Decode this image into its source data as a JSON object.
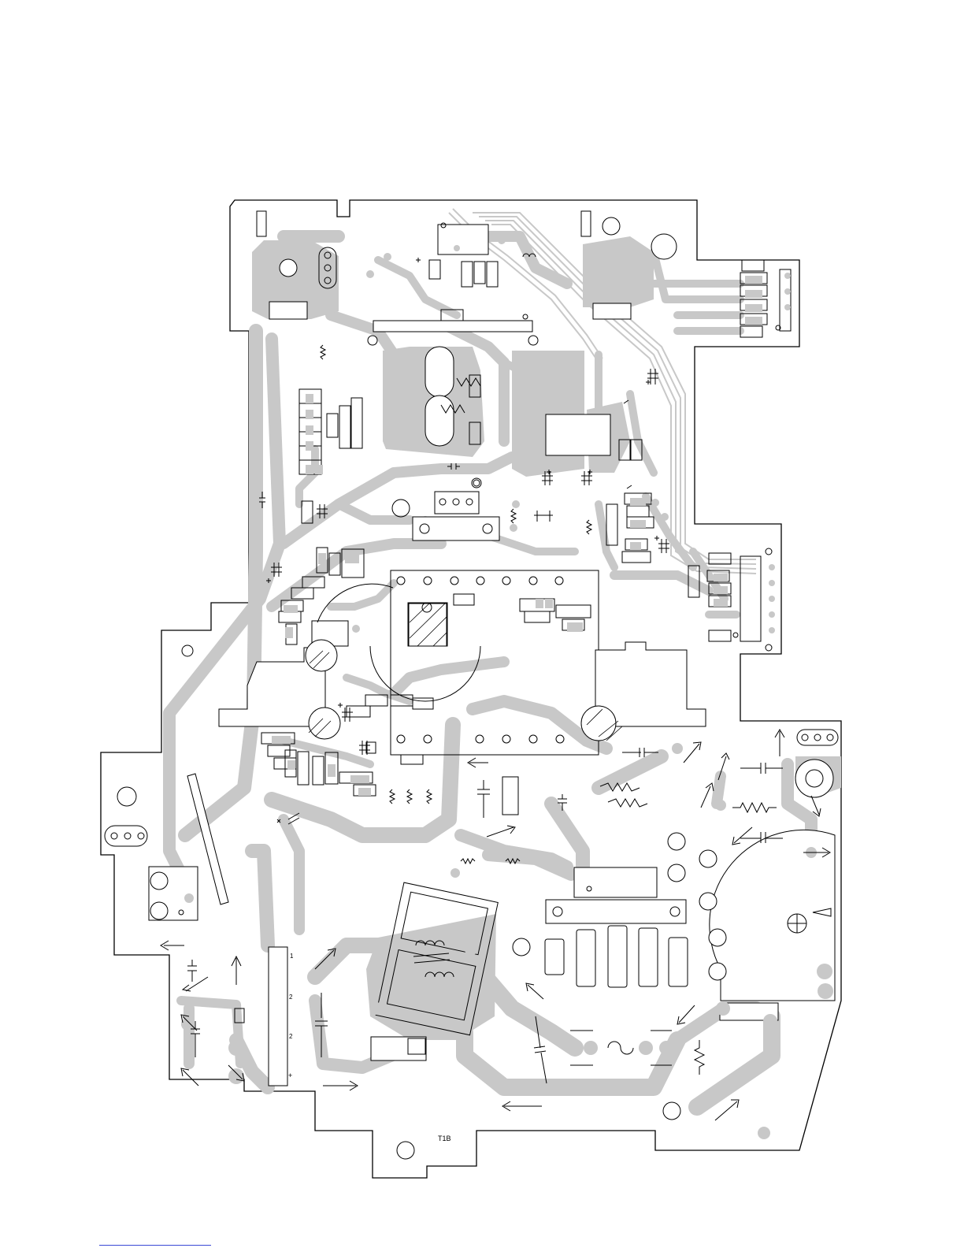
{
  "diagram": {
    "board_label": "T1B",
    "pin_labels": {
      "pin1": "1",
      "pin2": "2",
      "pin3": "2",
      "pin_plus": "+"
    },
    "colors": {
      "copper": "#c8c8c8",
      "outline": "#000000",
      "background": "#ffffff",
      "link_underline": "#3a49d6"
    }
  }
}
